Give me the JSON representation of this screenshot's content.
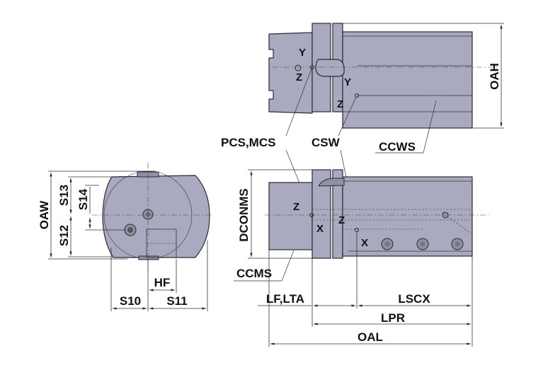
{
  "top_view": {
    "y_label": "Y",
    "z_label": "Z",
    "y2_label": "Y",
    "z2_label": "Z",
    "oah": "OAH"
  },
  "callouts": {
    "pcs_mcs": "PCS,MCS",
    "csw": "CSW",
    "ccws": "CCWS",
    "ccms": "CCMS"
  },
  "end_view": {
    "oaw": "OAW",
    "s13": "S13",
    "s14": "S14",
    "s12": "S12",
    "hf": "HF",
    "s10": "S10",
    "s11": "S11"
  },
  "side_view": {
    "dconms": "DCONMS",
    "z_label": "Z",
    "x_label": "X",
    "z2_label": "Z",
    "x2_label": "X",
    "lf_lta": "LF,LTA",
    "lscx": "LSCX",
    "lpr": "LPR",
    "oal": "OAL"
  },
  "colors": {
    "body": "#a9a9c0",
    "outline": "#2a2a33"
  }
}
